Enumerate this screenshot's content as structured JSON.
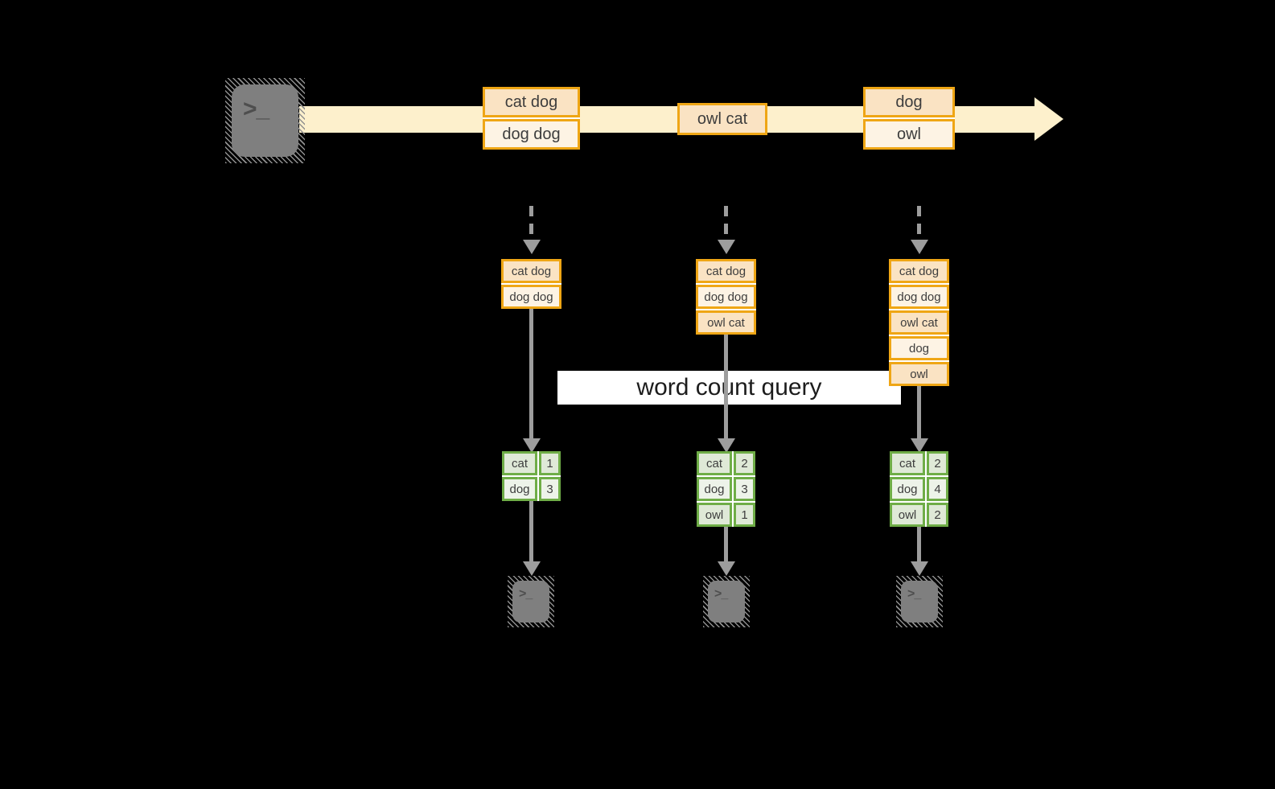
{
  "colors": {
    "background": "#000000",
    "stream_band": "#fdf0cc",
    "orange_border": "#efa615",
    "cell_peach": "#fae3c3",
    "cell_cream": "#fdf3e4",
    "green_border": "#6fad47",
    "green_row_dark": "#dfe9d7",
    "green_row_light": "#edf3e9",
    "arrow_gray": "#9d9d9d",
    "terminal_gray": "#7f7f7f",
    "text_dark": "#3d3d3d",
    "label_background": "#ffffff"
  },
  "icons": {
    "terminal_glyph": ">_"
  },
  "stream": {
    "messages": [
      {
        "lines": [
          "cat dog",
          "dog dog"
        ]
      },
      {
        "lines": [
          "owl cat"
        ]
      },
      {
        "lines": [
          "dog",
          "owl"
        ]
      }
    ]
  },
  "query_label": "word count query",
  "columns": [
    {
      "buffer": [
        "cat dog",
        "dog dog"
      ],
      "counts": [
        {
          "word": "cat",
          "count": "1"
        },
        {
          "word": "dog",
          "count": "3"
        }
      ]
    },
    {
      "buffer": [
        "cat dog",
        "dog dog",
        "owl cat"
      ],
      "counts": [
        {
          "word": "cat",
          "count": "2"
        },
        {
          "word": "dog",
          "count": "3"
        },
        {
          "word": "owl",
          "count": "1"
        }
      ]
    },
    {
      "buffer": [
        "cat dog",
        "dog dog",
        "owl cat",
        "dog",
        "owl"
      ],
      "counts": [
        {
          "word": "cat",
          "count": "2"
        },
        {
          "word": "dog",
          "count": "4"
        },
        {
          "word": "owl",
          "count": "2"
        }
      ]
    }
  ]
}
